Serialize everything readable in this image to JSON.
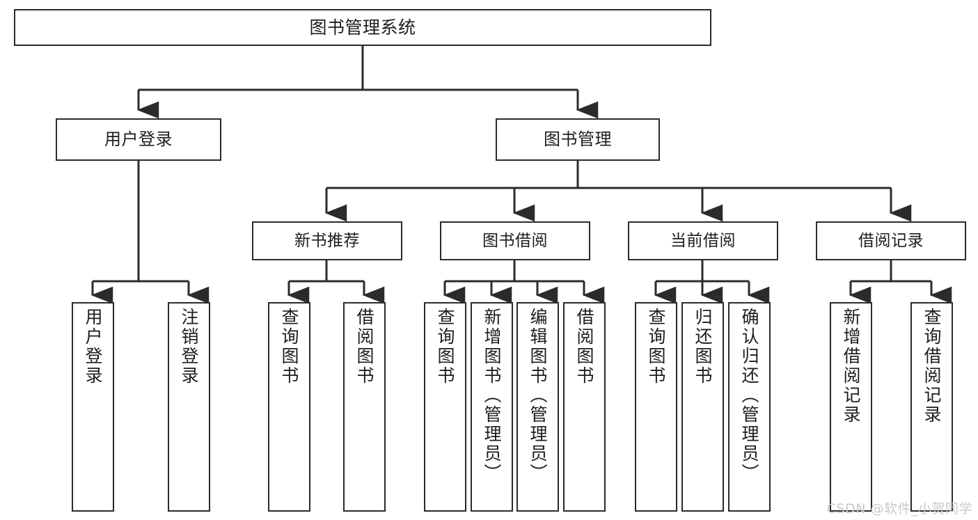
{
  "diagram": {
    "type": "tree",
    "title": "图书管理系统",
    "orientation": "top-down",
    "colors": {
      "box_border": "#2b2b2b",
      "box_fill": "#ffffff",
      "edge": "#2b2b2b",
      "text": "#1d1d1d",
      "watermark": "#c9c9c9",
      "background": "#ffffff"
    },
    "root": {
      "id": "root",
      "label": "图书管理系统"
    },
    "level2": [
      {
        "id": "login",
        "label": "用户登录"
      },
      {
        "id": "bookmgmt",
        "label": "图书管理"
      }
    ],
    "level3": [
      {
        "id": "newbook",
        "label": "新书推荐",
        "parent": "bookmgmt"
      },
      {
        "id": "borrow",
        "label": "图书借阅",
        "parent": "bookmgmt"
      },
      {
        "id": "current",
        "label": "当前借阅",
        "parent": "bookmgmt"
      },
      {
        "id": "record",
        "label": "借阅记录",
        "parent": "bookmgmt"
      }
    ],
    "leaves": [
      {
        "id": "leaf-1",
        "label": "用户登录",
        "parent": "login"
      },
      {
        "id": "leaf-2",
        "label": "注销登录",
        "parent": "login"
      },
      {
        "id": "leaf-3",
        "label": "查询图书",
        "parent": "newbook"
      },
      {
        "id": "leaf-4",
        "label": "借阅图书",
        "parent": "newbook"
      },
      {
        "id": "leaf-5",
        "label": "查询图书",
        "parent": "borrow"
      },
      {
        "id": "leaf-6",
        "label": "新增图书（管理员）",
        "parent": "borrow"
      },
      {
        "id": "leaf-7",
        "label": "编辑图书（管理员）",
        "parent": "borrow"
      },
      {
        "id": "leaf-8",
        "label": "借阅图书",
        "parent": "borrow"
      },
      {
        "id": "leaf-9",
        "label": "查询图书",
        "parent": "current"
      },
      {
        "id": "leaf-10",
        "label": "归还图书",
        "parent": "current"
      },
      {
        "id": "leaf-11",
        "label": "确认归还（管理员）",
        "parent": "current"
      },
      {
        "id": "leaf-12",
        "label": "新增借阅记录",
        "parent": "record"
      },
      {
        "id": "leaf-13",
        "label": "查询借阅记录",
        "parent": "record"
      }
    ]
  },
  "watermark": {
    "text": "CSDN @软件_小贺同学"
  }
}
